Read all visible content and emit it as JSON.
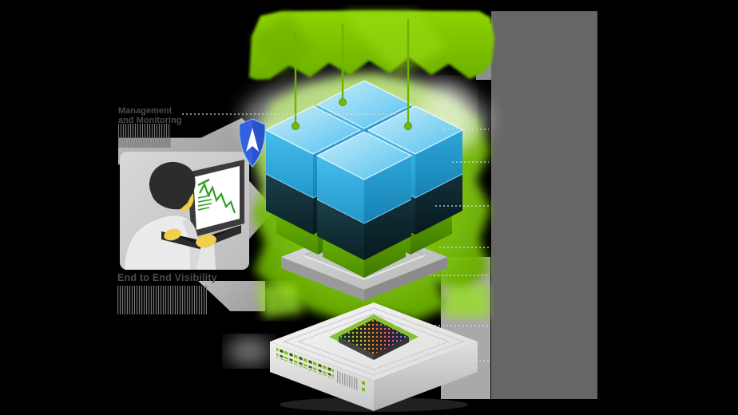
{
  "labels": {
    "management_line1": "Management",
    "management_line2": "and Monitoring",
    "visibility": "End to End Visibility"
  },
  "icons": {
    "shield": "shield-cursor-icon",
    "connection_nodes": "green-stem-node-dots",
    "monitor_chart": "laptop-monitoring-chart"
  },
  "colors": {
    "nvidia_green": "#76b900",
    "glow_green_light": "#a5e62a",
    "blob_green": "#8dd303",
    "cube_blue_top": "#9bdcf6",
    "cube_blue_side": "#2ea5d8",
    "cube_dark_base": "#0d2a30",
    "chip_green": "#8ccf10",
    "platform_gray": "#c9cccb",
    "switch_body": "#ececec",
    "redacted_panel_gray": "#666667",
    "label_text": "#4c4c4c",
    "background": "#000000"
  },
  "stack": {
    "layers": [
      {
        "name": "compute-cube-layer",
        "units": 4
      },
      {
        "name": "gpu-chip-layer",
        "units": 4
      },
      {
        "name": "platform-tray",
        "units": 1
      },
      {
        "name": "network-switch",
        "units": 1
      }
    ],
    "connection_stems": 3
  }
}
